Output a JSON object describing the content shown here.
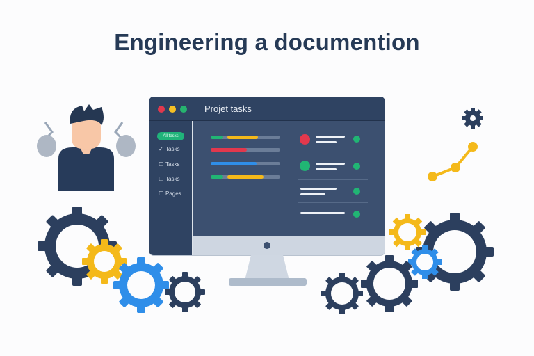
{
  "header": {
    "title": "Engineering a documention"
  },
  "window": {
    "title": "Projet tasks",
    "controls": [
      {
        "name": "close",
        "color": "#e2384d"
      },
      {
        "name": "minimize",
        "color": "#f6c024"
      },
      {
        "name": "maximize",
        "color": "#26b36f"
      }
    ]
  },
  "sidebar": {
    "active_label": "All tasks",
    "items": [
      {
        "label": "Tasks",
        "icon": "checkmark-icon"
      },
      {
        "label": "Tasks",
        "icon": "checkbox-icon"
      },
      {
        "label": "Tasks",
        "icon": "checkbox-icon"
      },
      {
        "label": "Pages",
        "icon": "checkbox-icon"
      }
    ]
  },
  "colors": {
    "navy": "#263a56",
    "blue": "#2f8ee9",
    "yellow": "#f4b91a",
    "green": "#21b574",
    "red": "#e2384d"
  },
  "decor": {
    "person_icon": "engineer-avatar",
    "gear_icon": "gear-icon",
    "chart_icon": "line-chart-icon"
  }
}
